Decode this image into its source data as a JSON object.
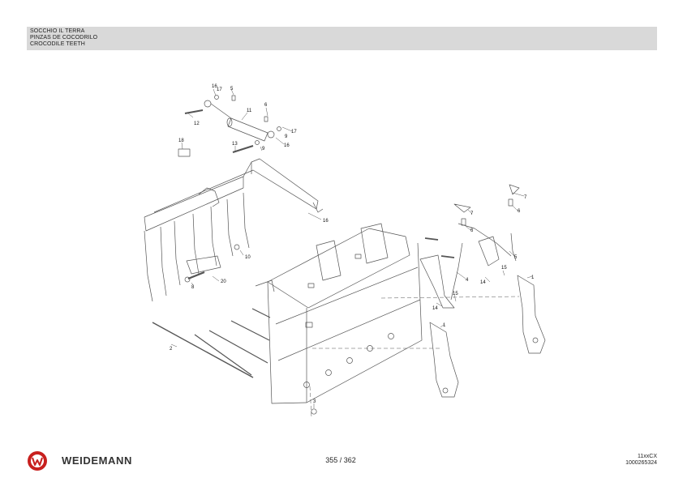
{
  "header": {
    "title_it": "SOCCHIO IL TERRA",
    "title_es": "PINZAS DE COCODRILO",
    "title_en": "CROCODILE TEETH"
  },
  "diagram": {
    "callouts": [
      "1",
      "1",
      "2",
      "3",
      "4",
      "4",
      "5",
      "5",
      "6",
      "6",
      "7",
      "7",
      "8",
      "9",
      "9",
      "10",
      "11",
      "12",
      "13",
      "14",
      "14",
      "15",
      "15",
      "16",
      "16",
      "16",
      "17",
      "17",
      "18",
      "20"
    ]
  },
  "footer": {
    "brand": "WEIDEMANN",
    "page": "355 / 362",
    "model": "11xxCX",
    "doc_number": "1000265324"
  },
  "colors": {
    "header_band": "#d9d9d9",
    "logo_red": "#c8201e",
    "line": "#555555"
  }
}
